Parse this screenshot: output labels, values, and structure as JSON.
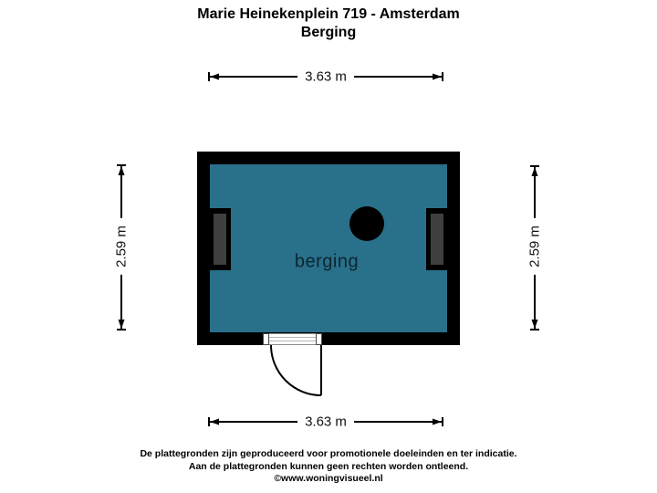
{
  "header": {
    "title": "Marie Heinekenplein 719 - Amsterdam",
    "subtitle": "Berging"
  },
  "floorplan": {
    "room_label": "berging",
    "colors": {
      "room_fill": "#29708a",
      "wall": "#000000",
      "fixture_fill": "#3f3f3f"
    }
  },
  "dimensions": {
    "top": "3.63 m",
    "bottom": "3.63 m",
    "left": "2.59 m",
    "right": "2.59 m"
  },
  "footer": {
    "line1": "De plattegronden zijn geproduceerd voor promotionele doeleinden en ter indicatie.",
    "line2": "Aan de plattegronden kunnen geen rechten worden ontleend.",
    "line3": "©www.woningvisueel.nl"
  }
}
